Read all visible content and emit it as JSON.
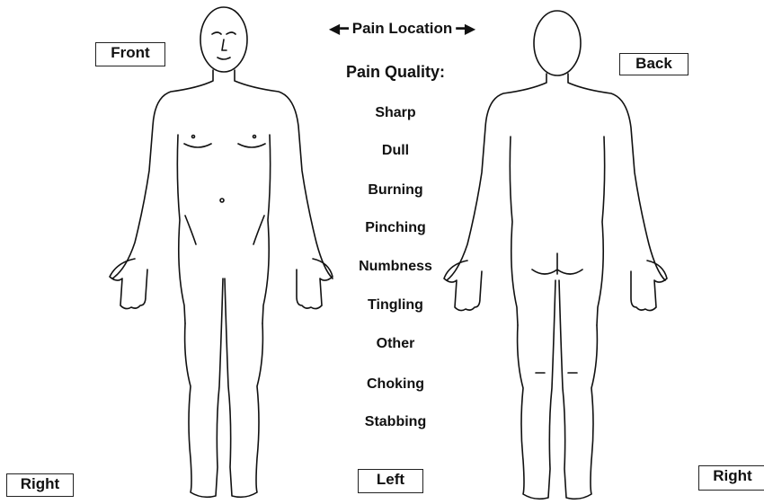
{
  "labels": {
    "front": "Front",
    "back": "Back",
    "right_front": "Right",
    "left": "Left",
    "right_back": "Right"
  },
  "pain_location": {
    "text": "Pain Location",
    "left_arrow_icon": "arrow-left-icon",
    "right_arrow_icon": "arrow-right-icon"
  },
  "pain_quality": {
    "heading": "Pain Quality:",
    "items": [
      "Sharp",
      "Dull",
      "Burning",
      "Pinching",
      "Numbness",
      "Tingling",
      "Other",
      "Choking",
      "Stabbing"
    ]
  }
}
